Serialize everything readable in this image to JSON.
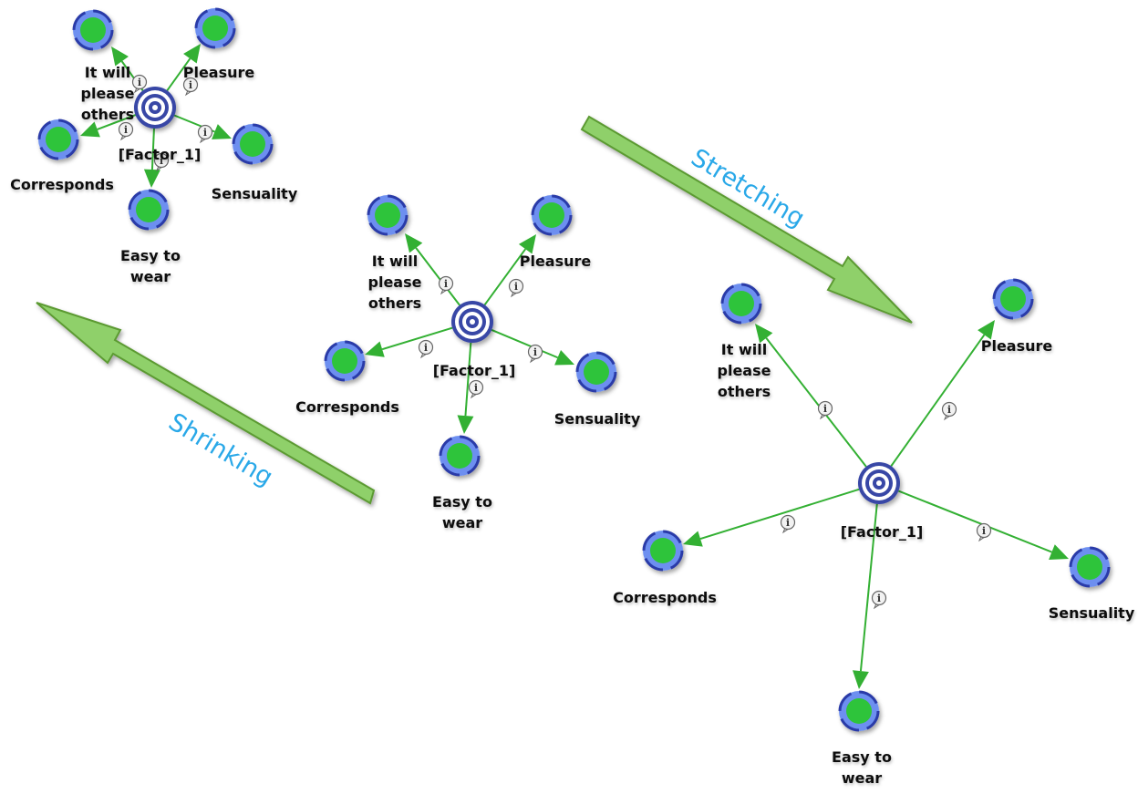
{
  "colors": {
    "edge": "#33b033",
    "node_fill": "#2ec43a",
    "node_ring": "#6d8ff0",
    "node_dash": "#2a3aa8",
    "factor_dark": "#3947a6",
    "factor_light": "#ffffff",
    "big_arrow_fill": "#8fd06b",
    "big_arrow_stroke": "#5b9a33",
    "big_arrow_text": "#29a8e8"
  },
  "annotations": {
    "stretching": "Stretching",
    "shrinking": "Shrinking"
  },
  "diagrams": [
    {
      "id": "small",
      "factor": {
        "label": "[Factor_1]"
      },
      "nodes": [
        {
          "key": "please",
          "label_lines": [
            "It will",
            "please",
            "others"
          ]
        },
        {
          "key": "pleasure",
          "label_lines": [
            "Pleasure"
          ]
        },
        {
          "key": "corresponds",
          "label_lines": [
            "Corresponds"
          ]
        },
        {
          "key": "sensuality",
          "label_lines": [
            "Sensuality"
          ]
        },
        {
          "key": "easy",
          "label_lines": [
            "Easy to",
            "wear"
          ]
        }
      ]
    },
    {
      "id": "medium",
      "factor": {
        "label": "[Factor_1]"
      },
      "nodes": [
        {
          "key": "please",
          "label_lines": [
            "It will",
            "please",
            "others"
          ]
        },
        {
          "key": "pleasure",
          "label_lines": [
            "Pleasure"
          ]
        },
        {
          "key": "corresponds",
          "label_lines": [
            "Corresponds"
          ]
        },
        {
          "key": "sensuality",
          "label_lines": [
            "Sensuality"
          ]
        },
        {
          "key": "easy",
          "label_lines": [
            "Easy to",
            "wear"
          ]
        }
      ]
    },
    {
      "id": "large",
      "factor": {
        "label": "[Factor_1]"
      },
      "nodes": [
        {
          "key": "please",
          "label_lines": [
            "It will",
            "please",
            "others"
          ]
        },
        {
          "key": "pleasure",
          "label_lines": [
            "Pleasure"
          ]
        },
        {
          "key": "corresponds",
          "label_lines": [
            "Corresponds"
          ]
        },
        {
          "key": "sensuality",
          "label_lines": [
            "Sensuality"
          ]
        },
        {
          "key": "easy",
          "label_lines": [
            "Easy to",
            "wear"
          ]
        }
      ]
    }
  ]
}
